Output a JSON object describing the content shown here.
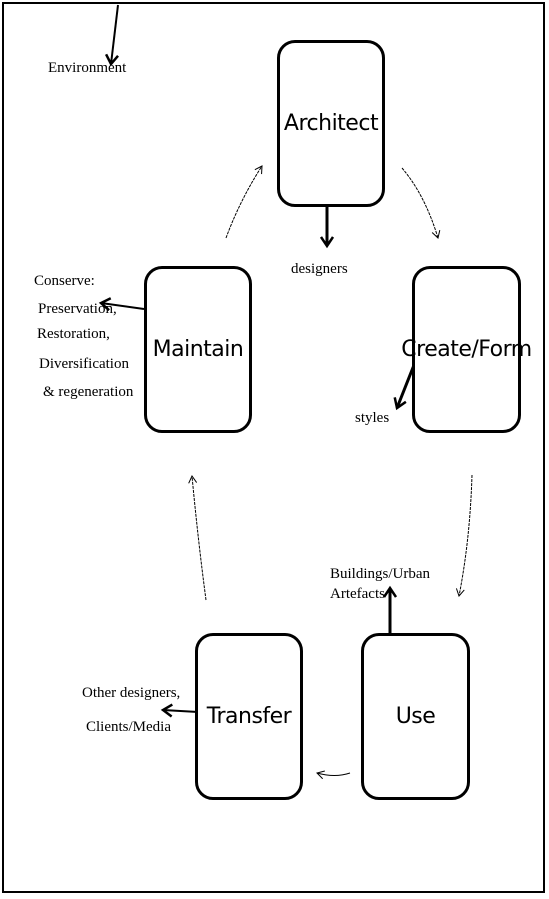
{
  "nodes": {
    "architect": "Architect",
    "create": "Create/Form",
    "use": "Use",
    "transfer": "Transfer",
    "maintain": "Maintain"
  },
  "labels": {
    "environment": "Environment",
    "designers": "designers",
    "styles": "styles",
    "buildings_line1": "Buildings/Urban",
    "buildings_line2": "Artefacts",
    "other_designers": "Other designers,",
    "clients_media": "Clients/Media",
    "conserve": "Conserve:",
    "preservation": "Preservation,",
    "restoration": "Restoration,",
    "diversification": "Diversification",
    "regeneration": "& regeneration"
  }
}
